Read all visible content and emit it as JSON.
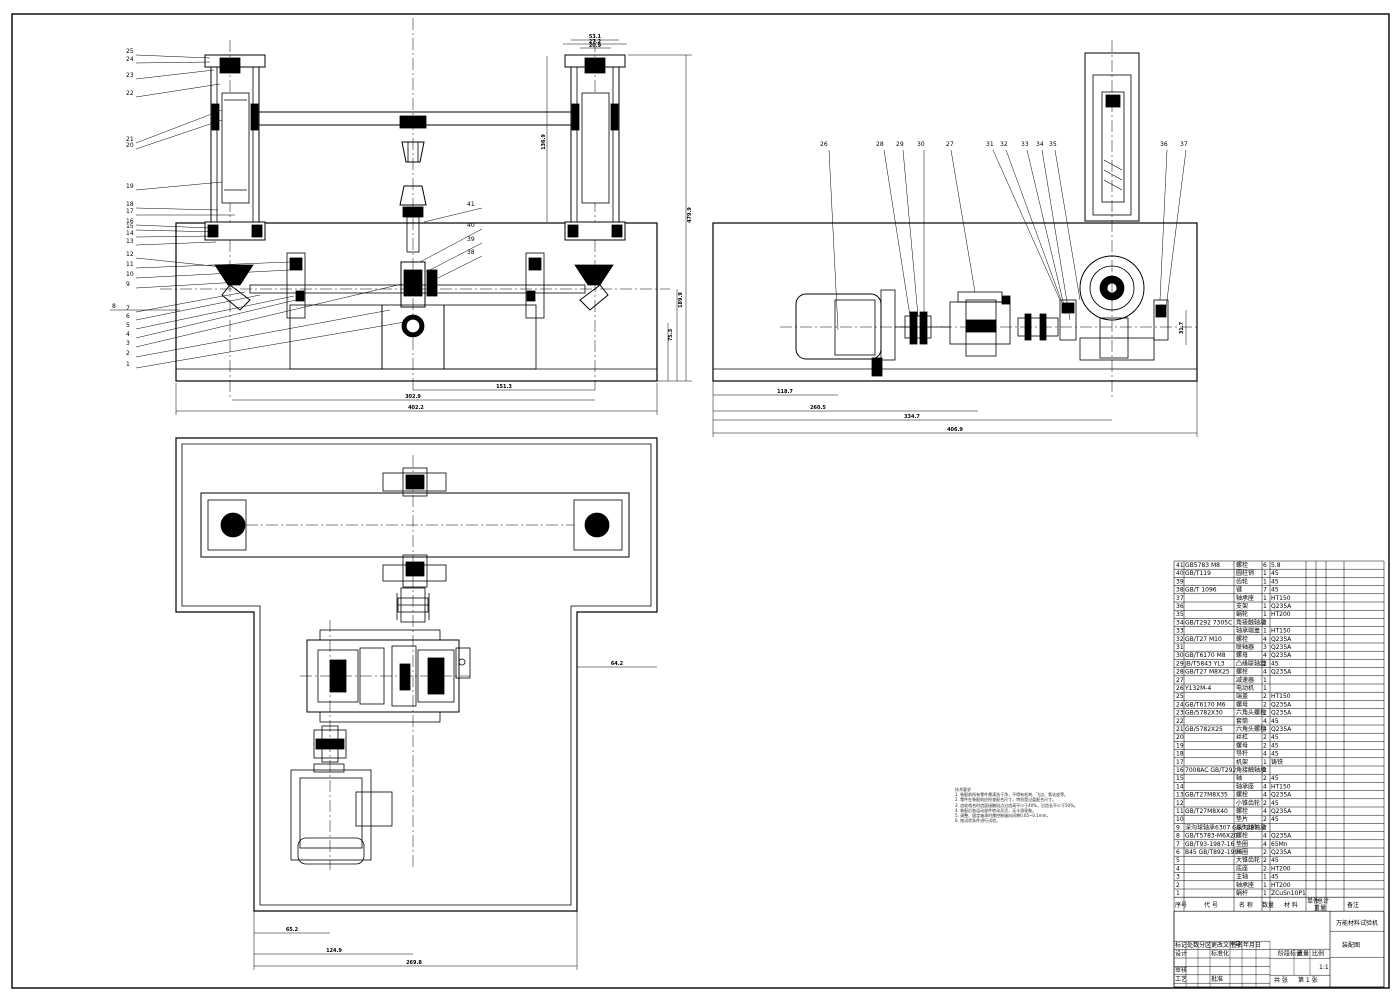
{
  "drawing": {
    "title": "万能材料试验机",
    "subtitle": "装配图",
    "front_view_labels": [
      "25",
      "24",
      "23",
      "22",
      "21",
      "20",
      "19",
      "18",
      "17",
      "16",
      "15",
      "14",
      "13",
      "12",
      "11",
      "10",
      "9",
      "8",
      "7",
      "6",
      "5",
      "4",
      "3",
      "2",
      "1"
    ],
    "front_view_right_labels": [
      "41",
      "40",
      "39",
      "38"
    ],
    "side_view_labels": [
      "26",
      "28",
      "29",
      "30",
      "27",
      "31",
      "32",
      "33",
      "34",
      "35",
      "36",
      "37"
    ],
    "dims_front": {
      "total_width": "402.2",
      "mid": "302.9",
      "half": "151.3",
      "h_total": "479.9",
      "h_mid": "189.9",
      "h_low": "75.3",
      "cyl": "136.9",
      "top_a": "53.1",
      "top_b": "27.2",
      "top_c": "20.9"
    },
    "dims_side": {
      "d1": "118.7",
      "d2": "260.5",
      "d3": "334.7",
      "d4": "406.9",
      "h1": "31.7"
    },
    "dims_plan": {
      "d1": "65.2",
      "d2": "124.9",
      "d3": "269.8",
      "d4": "64.2"
    }
  },
  "notes": {
    "heading": "技术要求",
    "lines": [
      "1. 装配前所有零件需清洗干净，不得有毛刺、飞边、氧化皮等。",
      "2. 零件在装配前应检查配合尺寸，特别是过盈配合尺寸。",
      "3. 齿轮啮合时齿面接触斑点沿齿高不少于40%，沿齿长不少于50%。",
      "4. 装配后各运动部件转动灵活，无卡滞现象。",
      "5. 调整、固定轴承时需控制轴向间隙0.05~0.1mm。",
      "6. 按试验条件进行试验。"
    ]
  },
  "bom": {
    "rows": [
      {
        "no": "41",
        "code": "GB5783 M8",
        "name": "螺栓",
        "qty": "6",
        "mat": "5.8"
      },
      {
        "no": "40",
        "code": "GB/T119",
        "name": "圆柱销",
        "qty": "1",
        "mat": "45"
      },
      {
        "no": "39",
        "code": "",
        "name": "齿轮",
        "qty": "1",
        "mat": "45"
      },
      {
        "no": "38",
        "code": "GB/T 1096",
        "name": "键",
        "qty": "7",
        "mat": "45"
      },
      {
        "no": "37",
        "code": "",
        "name": "轴承座",
        "qty": "1",
        "mat": "HT150"
      },
      {
        "no": "36",
        "code": "",
        "name": "支架",
        "qty": "1",
        "mat": "Q235A"
      },
      {
        "no": "35",
        "code": "",
        "name": "蜗轮",
        "qty": "1",
        "mat": "HT200"
      },
      {
        "no": "34",
        "code": "GB/T292 7305C",
        "name": "角接触轴承",
        "qty": "2",
        "mat": ""
      },
      {
        "no": "33",
        "code": "",
        "name": "轴承端盖",
        "qty": "1",
        "mat": "HT150"
      },
      {
        "no": "32",
        "code": "GB/T27 M10",
        "name": "螺栓",
        "qty": "4",
        "mat": "Q235A"
      },
      {
        "no": "31",
        "code": "",
        "name": "联轴器",
        "qty": "3",
        "mat": "Q235A"
      },
      {
        "no": "30",
        "code": "GB/T6170 M8",
        "name": "螺母",
        "qty": "4",
        "mat": "Q235A"
      },
      {
        "no": "29",
        "code": "JB/T5843 YL3",
        "name": "凸缘联轴器",
        "qty": "2",
        "mat": "45"
      },
      {
        "no": "28",
        "code": "GB/T27 M8X25",
        "name": "螺栓",
        "qty": "4",
        "mat": "Q235A"
      },
      {
        "no": "27",
        "code": "",
        "name": "减速器",
        "qty": "1",
        "mat": ""
      },
      {
        "no": "26",
        "code": "Y132M-4",
        "name": "电动机",
        "qty": "1",
        "mat": ""
      },
      {
        "no": "25",
        "code": "",
        "name": "端盖",
        "qty": "2",
        "mat": "HT150"
      },
      {
        "no": "24",
        "code": "GB/T6170 M6",
        "name": "螺母",
        "qty": "2",
        "mat": "Q235A"
      },
      {
        "no": "23",
        "code": "GB/5782X30",
        "name": "六角头螺栓",
        "qty": "2",
        "mat": "Q235A"
      },
      {
        "no": "22",
        "code": "",
        "name": "套筒",
        "qty": "4",
        "mat": "45"
      },
      {
        "no": "21",
        "code": "GB/5782X25",
        "name": "六角头螺栓",
        "qty": "4",
        "mat": "Q235A"
      },
      {
        "no": "20",
        "code": "",
        "name": "丝杠",
        "qty": "2",
        "mat": "45"
      },
      {
        "no": "19",
        "code": "",
        "name": "螺母",
        "qty": "2",
        "mat": "45"
      },
      {
        "no": "18",
        "code": "",
        "name": "导杆",
        "qty": "4",
        "mat": "45"
      },
      {
        "no": "17",
        "code": "",
        "name": "机架",
        "qty": "1",
        "mat": "铸铁"
      },
      {
        "no": "16",
        "code": "7008AC GB/T292",
        "name": "角接触轴承",
        "qty": "2",
        "mat": ""
      },
      {
        "no": "15",
        "code": "",
        "name": "轴",
        "qty": "2",
        "mat": "45"
      },
      {
        "no": "14",
        "code": "",
        "name": "轴承座",
        "qty": "4",
        "mat": "HT150"
      },
      {
        "no": "13",
        "code": "GB/T27M8X35",
        "name": "螺栓",
        "qty": "4",
        "mat": "Q235A"
      },
      {
        "no": "12",
        "code": "",
        "name": "小锥齿轮",
        "qty": "2",
        "mat": "45"
      },
      {
        "no": "11",
        "code": "GB/T27M8X40",
        "name": "螺栓",
        "qty": "4",
        "mat": "Q235A"
      },
      {
        "no": "10",
        "code": "",
        "name": "垫片",
        "qty": "2",
        "mat": "45"
      },
      {
        "no": "9",
        "code": "深沟球轴承6307 GB/T297",
        "name": "深沟球轴承",
        "qty": "2",
        "mat": ""
      },
      {
        "no": "8",
        "code": "GB/T5783-M6X20",
        "name": "螺栓",
        "qty": "4",
        "mat": "Q235A"
      },
      {
        "no": "7",
        "code": "GB/T93-1987-16",
        "name": "垫圈",
        "qty": "4",
        "mat": "65Mn"
      },
      {
        "no": "6",
        "code": "B45 GB/T892-1996",
        "name": "挡圈",
        "qty": "2",
        "mat": "Q235A"
      },
      {
        "no": "5",
        "code": "",
        "name": "大锥齿轮",
        "qty": "2",
        "mat": "45"
      },
      {
        "no": "4",
        "code": "",
        "name": "底座",
        "qty": "2",
        "mat": "HT200"
      },
      {
        "no": "3",
        "code": "",
        "name": "主轴",
        "qty": "1",
        "mat": "45"
      },
      {
        "no": "2",
        "code": "",
        "name": "轴承座",
        "qty": "1",
        "mat": "HT200"
      },
      {
        "no": "1",
        "code": "",
        "name": "蜗杆",
        "qty": "1",
        "mat": "ZCuSn10P1"
      }
    ],
    "header": {
      "no": "序号",
      "code": "代 号",
      "name": "名 称",
      "qty": "数量",
      "mat": "材 料",
      "single": "单件",
      "total": "总计",
      "weight": "重量",
      "remark": "备注"
    }
  },
  "title_block": {
    "r1": [
      "标记",
      "处数",
      "分区",
      "更改文件号",
      "签名",
      "年月日"
    ],
    "r2": [
      "设计",
      "标准化",
      "阶段标记",
      "重量",
      "比例"
    ],
    "r3": [
      "审核"
    ],
    "r4": [
      "工艺",
      "批准"
    ],
    "sheet": "共 张",
    "sheet_no": "第 1 张",
    "scale": "1:1"
  }
}
